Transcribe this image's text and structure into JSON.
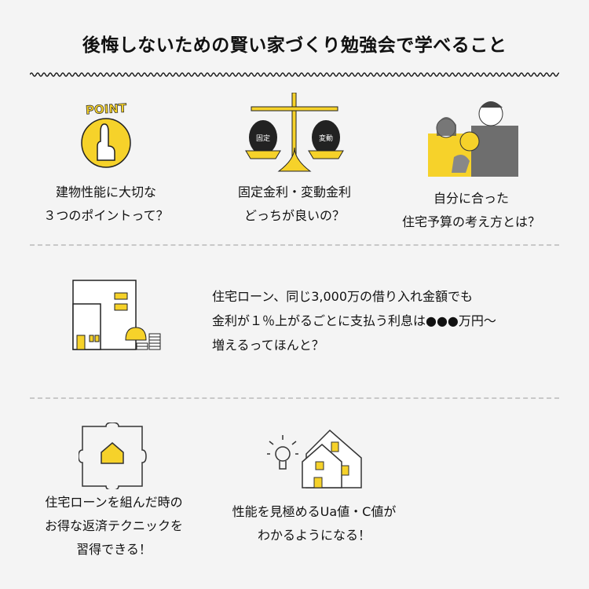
{
  "title": "後悔しないための賢い家づくり勉強会で学べること",
  "colors": {
    "accent": "#f6d22a",
    "dark": "#222222",
    "gray": "#6e6e6e"
  },
  "section1": [
    {
      "icon": "point-finger-icon",
      "badge": "POINT",
      "lines": [
        "建物性能に大切な",
        "３つのポイントって？"
      ]
    },
    {
      "icon": "scale-icon",
      "left_weight": "固定",
      "right_weight": "変動",
      "lines": [
        "固定金利・変動金利",
        "どっちが良いの？"
      ]
    },
    {
      "icon": "family-icon",
      "lines": [
        "自分に合った",
        "住宅予算の考え方とは？"
      ]
    }
  ],
  "section2": {
    "icon": "building-money-icon",
    "lines": [
      "住宅ローン、同じ3,000万の借り入れ金額でも",
      "金利が１％上がるごとに支払う利息は●●●万円〜",
      "増えるってほんと？"
    ]
  },
  "section3": [
    {
      "icon": "puzzle-house-icon",
      "lines": [
        "住宅ローンを組んだ時の",
        "お得な返済テクニックを",
        "習得できる！"
      ]
    },
    {
      "icon": "bulb-house-icon",
      "lines": [
        "性能を見極めるUa値・C値が",
        "わかるようになる！"
      ]
    }
  ]
}
